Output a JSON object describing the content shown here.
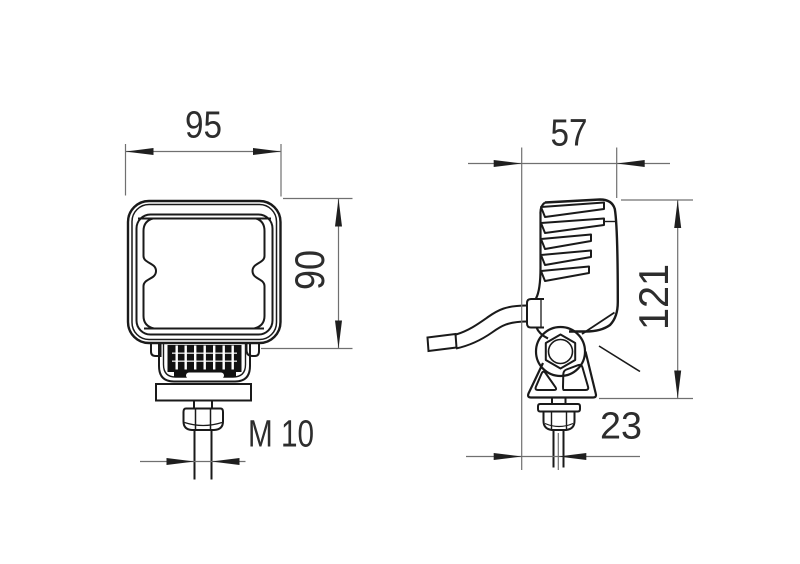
{
  "drawing": {
    "background": "#ffffff",
    "colors": {
      "object_line": "#1a1a1a",
      "dimension_line": "#707070",
      "arrow": "#1f1f1f",
      "text": "#2d2d2d",
      "fin_fill": "#111111"
    },
    "dimensions": {
      "front_width": "95",
      "front_height": "90",
      "thread": "M 10",
      "side_depth": "57",
      "overall_height": "121",
      "bolt_offset": "23"
    }
  }
}
